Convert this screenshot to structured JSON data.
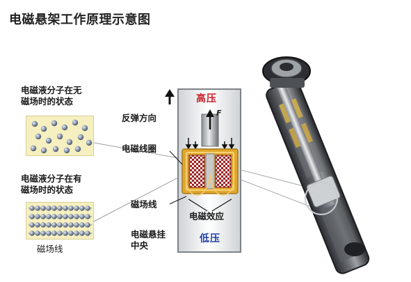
{
  "title": "电磁悬架工作原理示意图",
  "no_field": {
    "label_line1": "电磁液分子在无",
    "label_line2": "磁场时的状态"
  },
  "with_field": {
    "label_line1": "电磁液分子在有",
    "label_line2": "磁场时的状态",
    "field_lines_label": "磁场线"
  },
  "cylinder": {
    "high_pressure": "高压",
    "low_pressure": "低压",
    "force_symbol": "F",
    "rebound_direction": "反弹方向",
    "coil": "电磁线圈",
    "field_lines": "磁场线",
    "em_effect": "电磁效应",
    "suspension_center_line1": "电磁悬挂",
    "suspension_center_line2": "中央"
  },
  "colors": {
    "high_pressure": "#c8202a",
    "low_pressure": "#1f3fa5",
    "fluid_background": "#f6efbf",
    "coil_gold": "#e0a82c",
    "coil_core": "#b02a2a",
    "particle": "#7f8fa6"
  },
  "icons": {
    "rebound_arrow": "arrow-up-icon",
    "force_arrow": "arrow-up-icon",
    "shock_absorber": "shock-absorber-illustration"
  }
}
